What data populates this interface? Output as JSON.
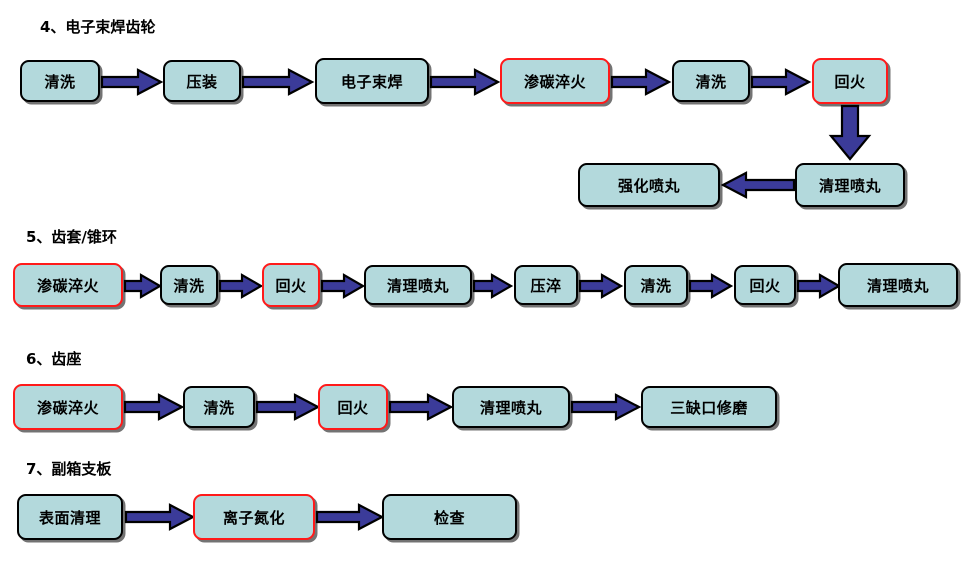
{
  "page": {
    "background": "#ffffff",
    "node_fill": "#b3d9dc",
    "node_border": "#000000",
    "node_border_highlight": "#ff1a1a",
    "arrow_fill": "#3b3b99",
    "arrow_outline": "#000000",
    "text_color": "#000000"
  },
  "sections": [
    {
      "id": "section-4",
      "heading": "4、电子束焊齿轮",
      "nodes": [
        {
          "label": "清洗",
          "highlight": false
        },
        {
          "label": "压装",
          "highlight": false
        },
        {
          "label": "电子束焊",
          "highlight": false
        },
        {
          "label": "渗碳淬火",
          "highlight": true
        },
        {
          "label": "清洗",
          "highlight": false
        },
        {
          "label": "回火",
          "highlight": true
        },
        {
          "label": "清理喷丸",
          "highlight": false
        },
        {
          "label": "强化喷丸",
          "highlight": false
        }
      ]
    },
    {
      "id": "section-5",
      "heading": "5、齿套/锥环",
      "nodes": [
        {
          "label": "渗碳淬火",
          "highlight": true
        },
        {
          "label": "清洗",
          "highlight": false
        },
        {
          "label": "回火",
          "highlight": true
        },
        {
          "label": "清理喷丸",
          "highlight": false
        },
        {
          "label": "压淬",
          "highlight": false
        },
        {
          "label": "清洗",
          "highlight": false
        },
        {
          "label": "回火",
          "highlight": false
        },
        {
          "label": "清理喷丸",
          "highlight": false
        }
      ]
    },
    {
      "id": "section-6",
      "heading": "6、齿座",
      "nodes": [
        {
          "label": "渗碳淬火",
          "highlight": true
        },
        {
          "label": "清洗",
          "highlight": false
        },
        {
          "label": "回火",
          "highlight": true
        },
        {
          "label": "清理喷丸",
          "highlight": false
        },
        {
          "label": "三缺口修磨",
          "highlight": false
        }
      ]
    },
    {
      "id": "section-7",
      "heading": "7、副箱支板",
      "nodes": [
        {
          "label": "表面清理",
          "highlight": false
        },
        {
          "label": "离子氮化",
          "highlight": true
        },
        {
          "label": "检查",
          "highlight": false
        }
      ]
    }
  ]
}
